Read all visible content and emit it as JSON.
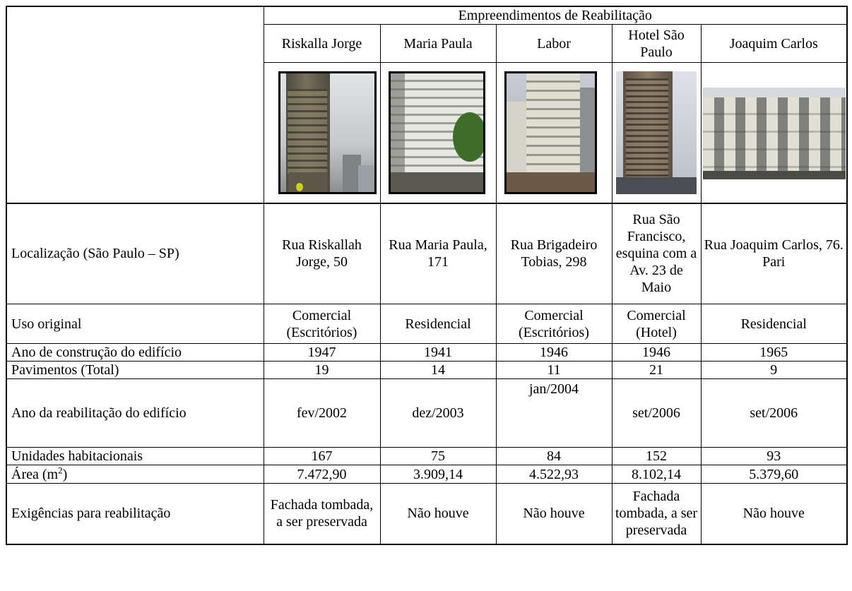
{
  "header": {
    "group_title": "Empreendimentos de Reabilitação"
  },
  "buildings": [
    {
      "name": "Riskalla Jorge",
      "photo_icon": "building-photo-riskalla-jorge"
    },
    {
      "name": "Maria Paula",
      "photo_icon": "building-photo-maria-paula"
    },
    {
      "name": "Labor",
      "photo_icon": "building-photo-labor"
    },
    {
      "name": "Hotel São Paulo",
      "photo_icon": "building-photo-hotel-sao-paulo"
    },
    {
      "name": "Joaquim Carlos",
      "photo_icon": "building-photo-joaquim-carlos"
    }
  ],
  "rows": [
    {
      "label": "Localização (São Paulo – SP)",
      "values": [
        "Rua Riskallah Jorge, 50",
        "Rua Maria Paula, 171",
        "Rua Brigadeiro Tobias, 298",
        "Rua São Francisco, esquina com a Av. 23 de Maio",
        "Rua Joaquim Carlos, 76. Pari"
      ]
    },
    {
      "label": "Uso original",
      "values": [
        "Comercial (Escritórios)",
        "Residencial",
        "Comercial (Escritórios)",
        "Comercial (Hotel)",
        "Residencial"
      ]
    },
    {
      "label": "Ano de construção do edifício",
      "values": [
        "1947",
        "1941",
        "1946",
        "1946",
        "1965"
      ]
    },
    {
      "label": "Pavimentos (Total)",
      "values": [
        "19",
        "14",
        "11",
        "21",
        "9"
      ]
    },
    {
      "label": "Ano da reabilitação do edifício",
      "values": [
        "fev/2002",
        "dez/2003",
        "jan/2004",
        "set/2006",
        "set/2006"
      ]
    },
    {
      "label": "Unidades habitacionais",
      "values": [
        "167",
        "75",
        "84",
        "152",
        "93"
      ]
    },
    {
      "label_main": "Área (m",
      "label_sup": "2",
      "label_end": ")",
      "values": [
        "7.472,90",
        "3.909,14",
        "4.522,93",
        "8.102,14",
        "5.379,60"
      ]
    },
    {
      "label": "Exigências para reabilitação",
      "values": [
        "Fachada tombada, a ser preservada",
        "Não houve",
        "Não houve",
        "Fachada tombada, a ser preservada",
        "Não houve"
      ]
    }
  ]
}
